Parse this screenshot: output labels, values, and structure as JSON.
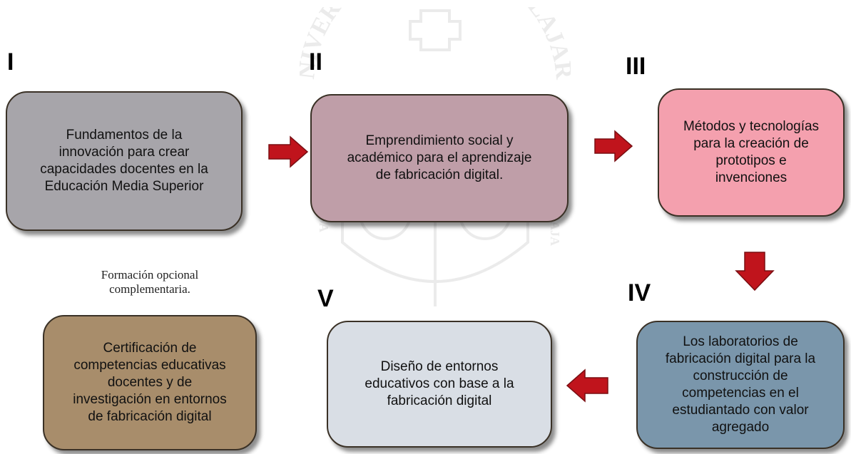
{
  "watermark": {
    "text": "UNIVERSIDAD DE GUADALAJARA",
    "left_motto": "PIENSA",
    "right_motto": "TRABAJA"
  },
  "stages": [
    {
      "numeral": "I",
      "text": "Fundamentos de la\ninnovación para crear\ncapacidades docentes en la\nEducación Media Superior",
      "color": "#a7a5aa"
    },
    {
      "numeral": "II",
      "text": "Emprendimiento social y\nacadémico para el aprendizaje\nde fabricación digital.",
      "color": "#bf9ea8"
    },
    {
      "numeral": "III",
      "text": "Métodos y tecnologías\npara la creación de\nprototipos e\ninvenciones",
      "color": "#f4a0ae"
    },
    {
      "numeral": "IV",
      "text": "Los laboratorios de\nfabricación  digital para la\nconstrucción de\ncompetencias en el\nestudiantado con valor\nagregado",
      "color": "#7a96ab"
    },
    {
      "numeral": "V",
      "text": "Diseño de entornos\neducativos con base a la\nfabricación digital",
      "color": "#d9dee5"
    }
  ],
  "optional": {
    "note": "Formación opcional\ncomplementaria.",
    "text": "Certificación de\ncompetencias educativas\ndocentes y de\ninvestigación en entornos\nde fabricación digital",
    "color": "#a88d6b"
  },
  "arrow_color": "#c0141c"
}
